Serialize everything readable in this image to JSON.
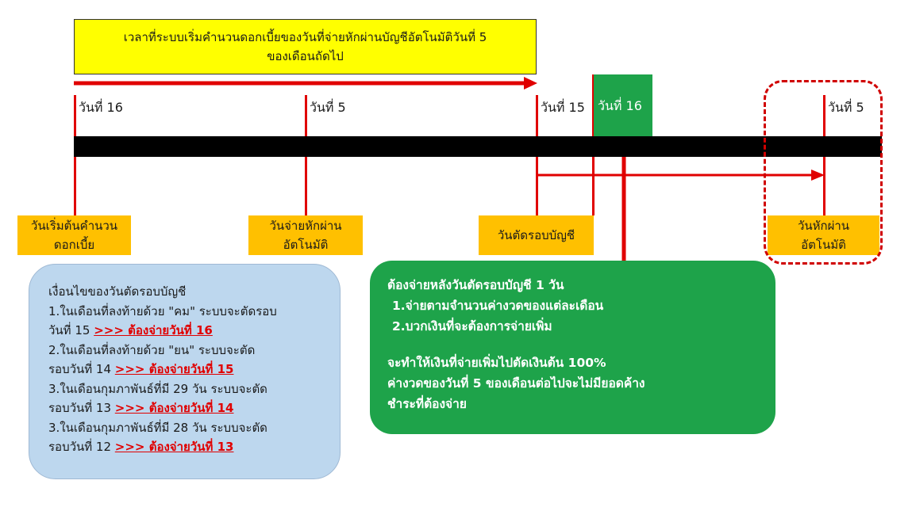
{
  "header": {
    "line1": "เวลาที่ระบบเริ่มคำนวนดอกเบี้ยของวันที่จ่ายหักผ่านบัญชีอัตโนมัติวันที่ 5",
    "line2": "ของเดือนถัดไป"
  },
  "timeline": {
    "days": [
      "วันที่ 16",
      "วันที่ 5",
      "วันที่ 15",
      "วันที่ 16",
      "วันที่ 5"
    ]
  },
  "labels": {
    "start": {
      "line1": "วันเริ่มต้นคำนวน",
      "line2": "ดอกเบี้ย"
    },
    "autopay": {
      "line1": "วันจ่ายหักผ่าน",
      "line2": "อัตโนมัติ"
    },
    "cutoff": {
      "line1": "วันตัดรอบบัญชี"
    },
    "autodeduct": {
      "line1": "วันหักผ่าน",
      "line2": "อัตโนมัติ"
    }
  },
  "conditions": {
    "title": "เงื่อนไขของวันตัดรอบบัญชี",
    "lines": [
      {
        "text": "1.ในเดือนที่ลงท้ายด้วย \"คม\" ระบบจะตัดรอบ",
        "link": ""
      },
      {
        "text": "วันที่ 15 ",
        "link": ">>> ต้องจ่ายวันที่ 16"
      },
      {
        "text": "2.ในเดือนที่ลงท้ายด้วย \"ยน\" ระบบจะตัด",
        "link": ""
      },
      {
        "text": "รอบวันที่ 14 ",
        "link": ">>> ต้องจ่ายวันที่ 15"
      },
      {
        "text": "3.ในเดือนกุมภาพันธ์ที่มี 29 วัน ระบบจะตัด",
        "link": ""
      },
      {
        "text": "รอบวันที่ 13 ",
        "link": ">>> ต้องจ่ายวันที่ 14"
      },
      {
        "text": "3.ในเดือนกุมภาพันธ์ที่มี 28 วัน ระบบจะตัด",
        "link": ""
      },
      {
        "text": "รอบวันที่ 12 ",
        "link": ">>> ต้องจ่ายวันที่ 13"
      }
    ]
  },
  "payment_note": {
    "line1": "ต้องจ่ายหลังวันตัดรอบบัญชี 1 วัน",
    "line2": " 1.จ่ายตามจำนวนค่างวดของแต่ละเดือน",
    "line3": " 2.บวกเงินที่จะต้องการจ่ายเพิ่ม",
    "line4": "จะทำให้เงินที่จ่ายเพิ่มไปตัดเงินต้น 100%",
    "line5": "ค่างวดของวันที่ 5 ของเดือนต่อไปจะไม่มียอดค้าง",
    "line6": "ชำระที่ต้องจ่าย"
  },
  "colors": {
    "red": "#e00000",
    "yellow": "#ffff00",
    "orange": "#ffc000",
    "green": "#1ea34a",
    "blue": "#bdd7ee"
  }
}
